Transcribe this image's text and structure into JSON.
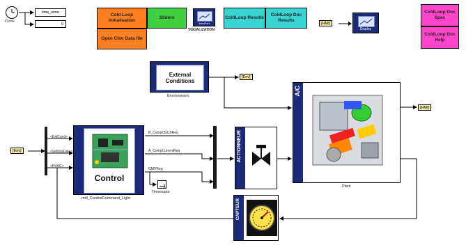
{
  "clock": {
    "label": "Clock"
  },
  "to_workspace": {
    "label": "time_simu"
  },
  "display_small": {
    "value": "0"
  },
  "buttons": {
    "cold_loop_init": "Cold Loop Initialisation",
    "open_clim": "Open Clim Data file",
    "sliders": "Sliders",
    "visualization_label": "VISUALIZATION",
    "visualization_icon": "AeroPort",
    "coldloop_results": "ColdLoop Results",
    "coldloop_doc_results": "ColdLoop Doc Results",
    "coldloop_doc_spec": "ColdLoop Doc Spec",
    "coldloop_doc_help": "ColdLoop Doc Help",
    "display_block": "Display"
  },
  "goto_tags": {
    "hmi_display": "[HMI]",
    "env_out": "[Env]",
    "env_in": "[Env]",
    "hmi_out": "[HMI]"
  },
  "external_conditions": {
    "title": "External Conditions",
    "label": "Environment"
  },
  "plant": {
    "banner": "A/C",
    "label": "Plant"
  },
  "control": {
    "title": "Control",
    "label": "mdl_ControlCommand_Light",
    "inputs": [
      "<ExtCond>",
      "<VehicleData>",
      "<HVAC>"
    ],
    "outputs": [
      "B_CompClutchReq",
      "A_CompCurrentReq",
      "GMVReq"
    ]
  },
  "terminator": {
    "label": "Terminator"
  },
  "actionneur": {
    "label": "ACTIONNEUR"
  },
  "capteur": {
    "label": "CAPTEUR"
  },
  "colors": {
    "orange": "#ff7f1e",
    "green": "#3fcf3f",
    "cyan": "#39d3d3",
    "magenta": "#ff44cc",
    "navy": "#1c2a7a"
  }
}
